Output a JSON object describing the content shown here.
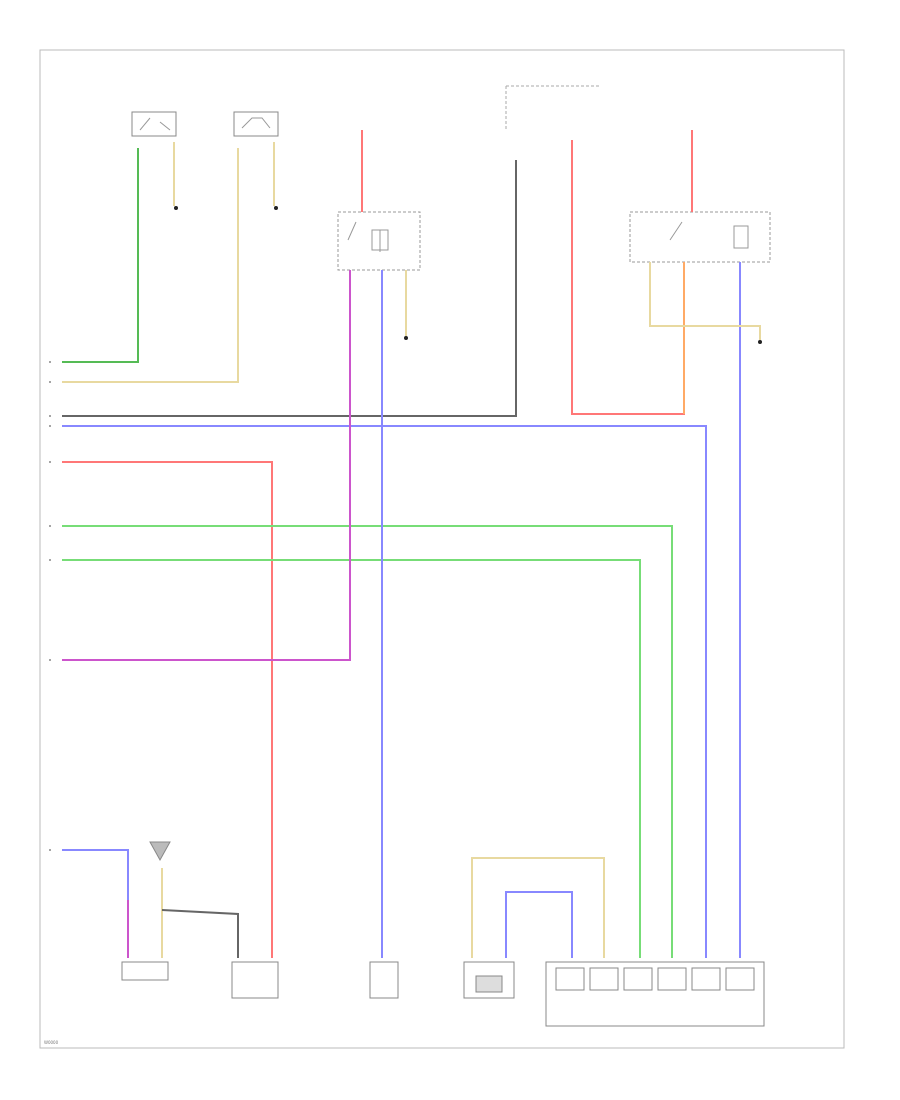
{
  "footer": {
    "code": "W0000"
  },
  "colors": {
    "green": "#55bb55",
    "tan": "#e8d9a0",
    "gray": "#666666",
    "blue": "#8888ff",
    "red": "#ff7777",
    "light_green": "#77dd77",
    "purple": "#cc55cc",
    "orange": "#ffaa66",
    "dark": "#555555"
  },
  "wires": [
    {
      "id": "wire-green-1",
      "color": "green"
    },
    {
      "id": "wire-tan-1",
      "color": "tan"
    },
    {
      "id": "wire-gray-1",
      "color": "gray"
    },
    {
      "id": "wire-blue-1",
      "color": "blue"
    },
    {
      "id": "wire-red-1",
      "color": "red"
    },
    {
      "id": "wire-green-2",
      "color": "light_green"
    },
    {
      "id": "wire-green-3",
      "color": "light_green"
    },
    {
      "id": "wire-purple-1",
      "color": "purple"
    },
    {
      "id": "wire-orange-1",
      "color": "orange"
    },
    {
      "id": "wire-blue-2",
      "color": "blue"
    }
  ]
}
